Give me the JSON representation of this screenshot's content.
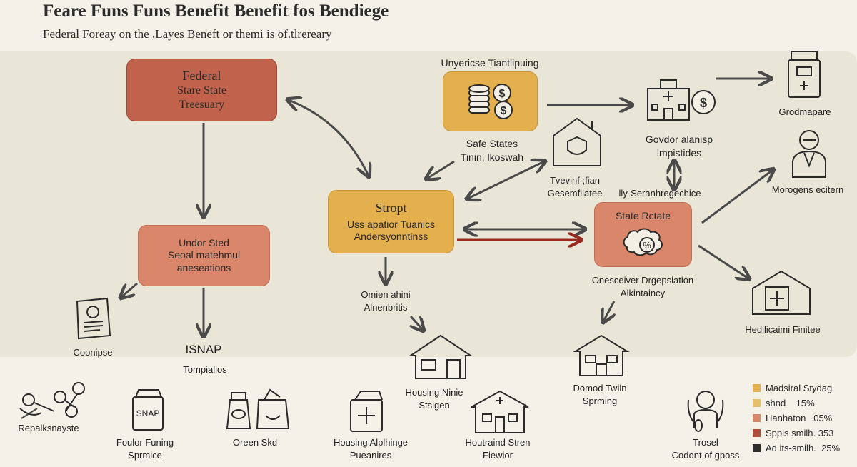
{
  "title": "Feare Funs Funs Benefit Benefit fos Bendiege",
  "subtitle": "Federal Foreay on the ,Layes Beneft or themi is of.tlrereary",
  "colors": {
    "panel": "#e9e6d8",
    "brick": "#c0624c",
    "terracotta": "#d9866a",
    "gold": "#e4b04e",
    "line": "#4a4a4a",
    "accent_red": "#9a2a20"
  },
  "boxes": {
    "federal": [
      "Federal",
      "Stare State",
      "Treesuary"
    ],
    "under": [
      "Undor Sted",
      "Seoal matehmul",
      "aneseations"
    ],
    "stropt": [
      "Stropt",
      "Uss apatior Tuanics",
      "Andersyonntinss"
    ],
    "state": [
      "State Rctate"
    ]
  },
  "labels": {
    "treasury": "Unyericse Tiantlipuing",
    "safe_states": [
      "Safe States",
      "Tinin, lkoswah"
    ],
    "tvevinf": [
      "Tvevinf ;fian",
      "Gesemfilatee"
    ],
    "ily": "lly-Seranhregechice",
    "govdor": [
      "Govdor alanisp",
      "lmpistides"
    ],
    "grodmapare": "Grodmapare",
    "morogens": "Morogens ecitern",
    "onesceiver": [
      "Onesceiver Drgepsiation",
      "Alkintaincy"
    ],
    "hedilicaimi": "Hedilicaimi Finitee",
    "omien": [
      "Omien ahini",
      "Alnenbritis"
    ],
    "coonipse": "Coonipse",
    "isnap": "ISNAP",
    "tompialios": "Tompialios",
    "housing_ninie": [
      "Housing Ninie",
      "Stsigen"
    ],
    "domod": [
      "Domod Twiln",
      "Sprming"
    ],
    "repalksnayste": "Repalksnayste",
    "foulor": [
      "Foulor Funing",
      "Sprmice"
    ],
    "oreen": "Oreen Skd",
    "housing_alp": [
      "Housing Alplhinge",
      "Pueanires"
    ],
    "houtraind": [
      "Houtraind Stren",
      "Fiewior"
    ],
    "trosel": [
      "Trosel",
      "Codont of gposs"
    ]
  },
  "icon_text": {
    "snap": "SNAP"
  },
  "legend": [
    {
      "label": "Madsiral Stydag",
      "color": "#e4b04e"
    },
    {
      "label": "shnd    15%",
      "color": "#e6bf6a"
    },
    {
      "label": "Hanhaton   05%",
      "color": "#d9866a"
    },
    {
      "label": "Sppis smilh. 353",
      "color": "#b24f3c"
    },
    {
      "label": "Ad its-smilh.  25%",
      "color": "#2e2e2e"
    }
  ]
}
